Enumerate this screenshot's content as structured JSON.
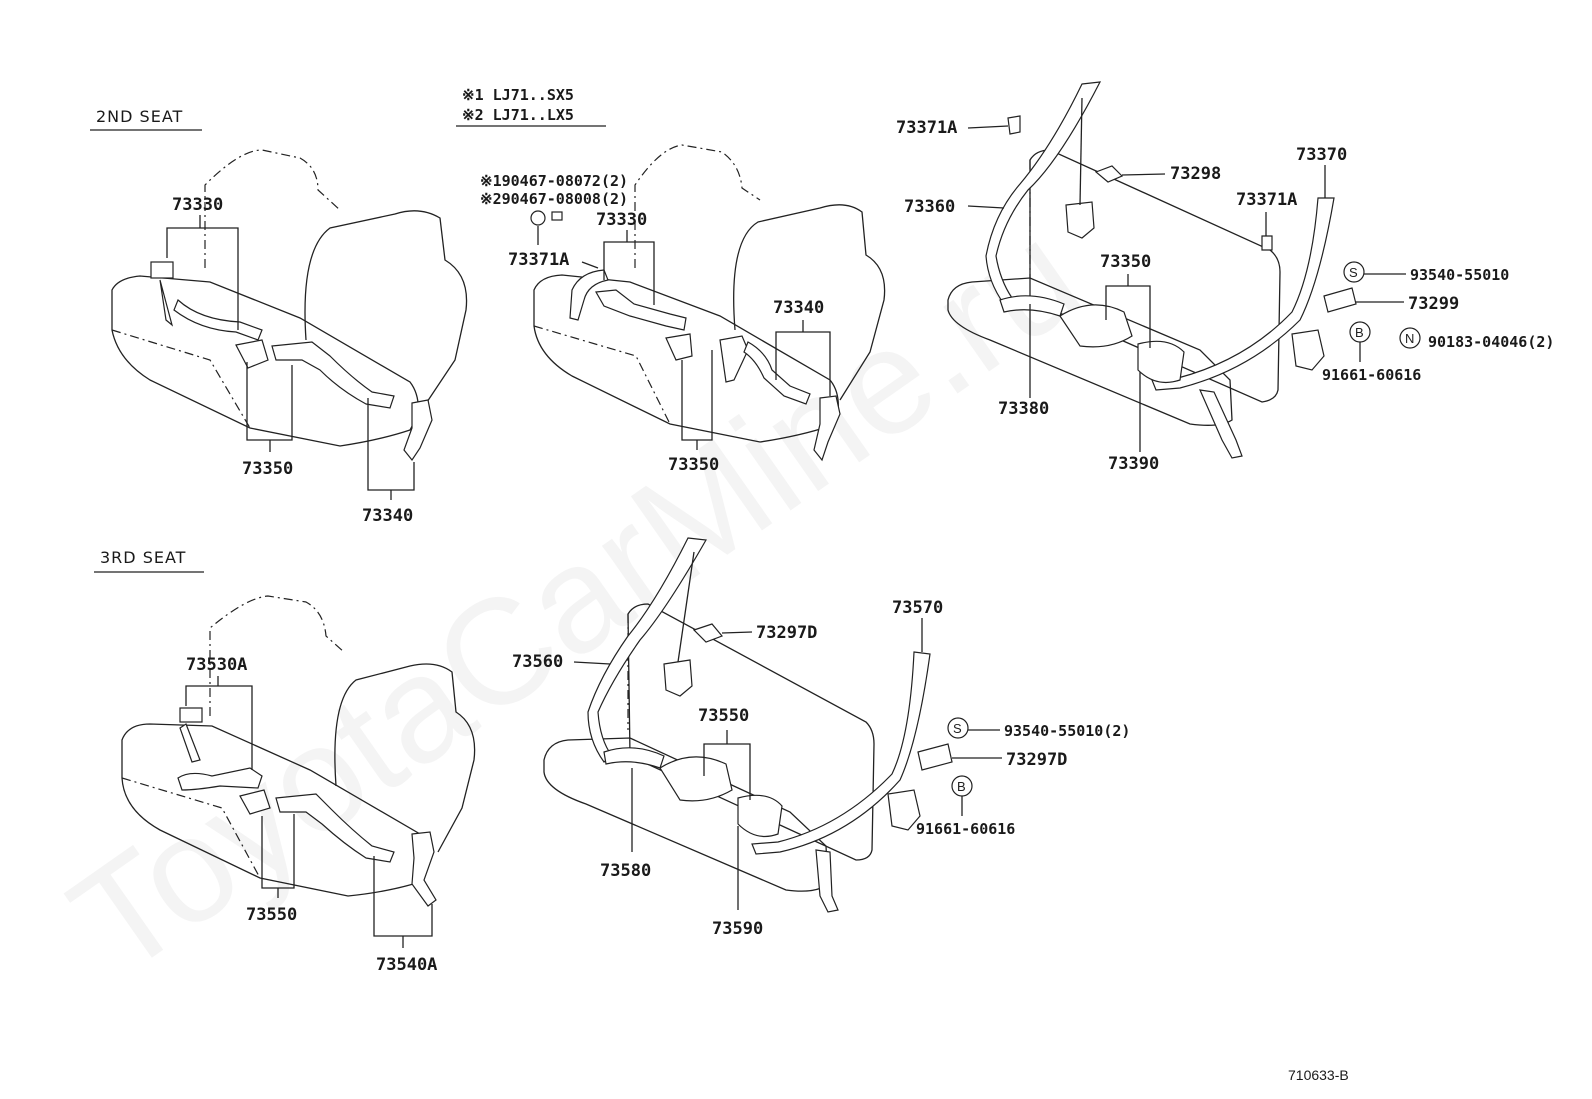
{
  "watermark": "ToyotaCarMine.ru",
  "reference_number": "710633-B",
  "sections": {
    "second_seat": "2ND SEAT",
    "third_seat": "3RD SEAT"
  },
  "notes": {
    "note1": "※1 LJ71..SX5",
    "note2": "※2 LJ71..LX5"
  },
  "symbols": {
    "s": "S",
    "b": "B",
    "n": "N"
  },
  "labels": {
    "d1_73330": "73330",
    "d1_73350": "73350",
    "d1_73340": "73340",
    "d2_part1": "※190467-08072(2)",
    "d2_part2": "※290467-08008(2)",
    "d2_73330": "73330",
    "d2_73371A": "73371A",
    "d2_73340": "73340",
    "d2_73350": "73350",
    "d3_73371A_top": "73371A",
    "d3_73298": "73298",
    "d3_73360": "73360",
    "d3_73370": "73370",
    "d3_73371A_right": "73371A",
    "d3_73350": "73350",
    "d3_93540": "93540-55010",
    "d3_73299": "73299",
    "d3_90183": "90183-04046(2)",
    "d3_91661": "91661-60616",
    "d3_73380": "73380",
    "d3_73390": "73390",
    "d4_73530A": "73530A",
    "d4_73550": "73550",
    "d4_73540A": "73540A",
    "d5_73297D_top": "73297D",
    "d5_73560": "73560",
    "d5_73570": "73570",
    "d5_73550": "73550",
    "d5_93540": "93540-55010(2)",
    "d5_73297D_right": "73297D",
    "d5_91661": "91661-60616",
    "d5_73580": "73580",
    "d5_73590": "73590"
  }
}
